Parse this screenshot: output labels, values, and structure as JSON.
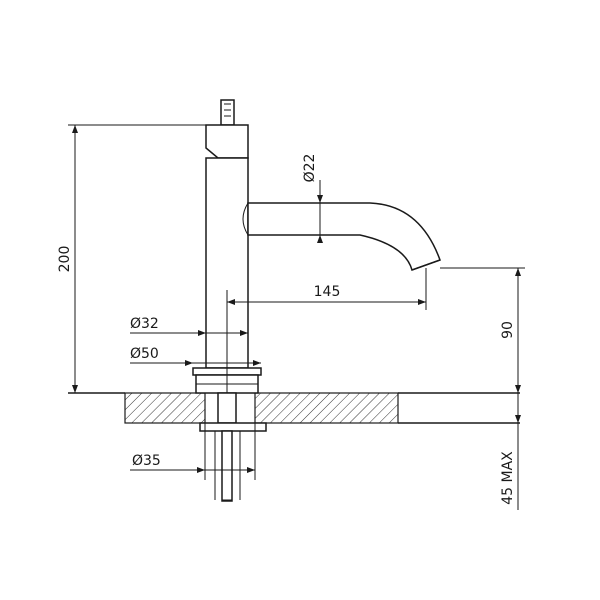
{
  "dimensions": {
    "height_total": "200",
    "spout_diameter": "Ø22",
    "spout_reach": "145",
    "body_diameter": "Ø32",
    "base_diameter": "Ø50",
    "spout_height": "90",
    "hole_diameter": "Ø35",
    "max_thickness": "45 MAX"
  }
}
